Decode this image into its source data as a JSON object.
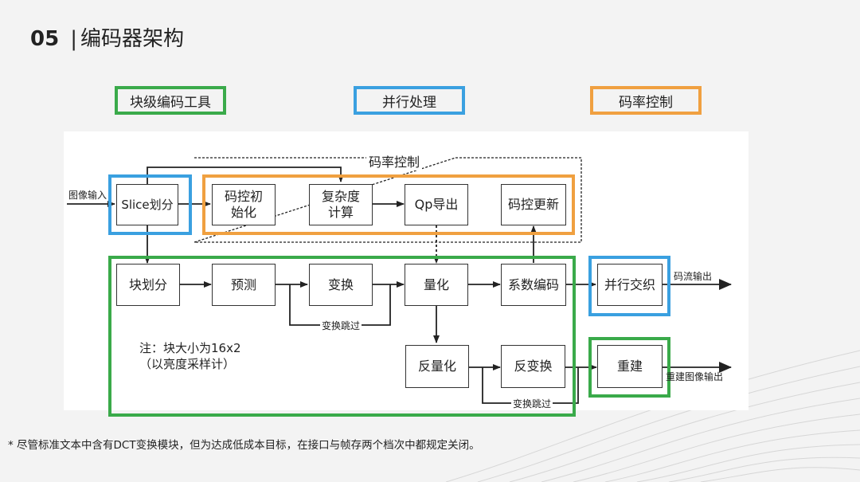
{
  "header": {
    "number": "05",
    "separator": "|",
    "title": "编码器架构"
  },
  "legend": {
    "block_tools": "块级编码工具",
    "parallel": "并行处理",
    "rate_control": "码率控制"
  },
  "colors": {
    "green": "#3aaa4a",
    "blue": "#3aa0e0",
    "orange": "#f0a040"
  },
  "diagram": {
    "rate_control_title": "码率控制",
    "input_label": "图像输入",
    "stream_output_label": "码流输出",
    "recon_output_label": "重建图像输出",
    "skip_label_1": "变换跳过",
    "skip_label_2": "变换跳过",
    "boxes": {
      "slice": "Slice划分",
      "rc_init_1": "码控初",
      "rc_init_2": "始化",
      "complexity_1": "复杂度",
      "complexity_2": "计算",
      "qp": "Qp导出",
      "rc_update": "码控更新",
      "block_partition": "块划分",
      "prediction": "预测",
      "transform": "变换",
      "quantization": "量化",
      "coeff_coding": "系数编码",
      "parallel_interleave": "并行交织",
      "dequant": "反量化",
      "inv_transform": "反变换",
      "reconstruct": "重建"
    },
    "note_line1": "注：块大小为16x2",
    "note_line2": "（以亮度采样计）"
  },
  "footnote": "* 尽管标准文本中含有DCT变换模块，但为达成低成本目标，在接口与帧存两个档次中都规定关闭。"
}
